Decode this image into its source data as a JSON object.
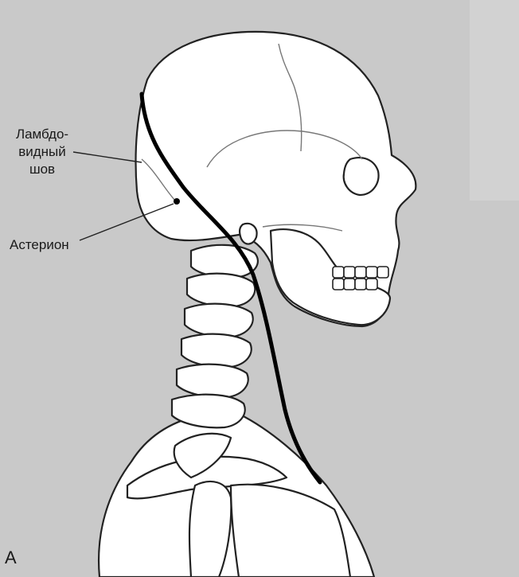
{
  "labels": {
    "lambdoid_suture": [
      "Ламбдо-",
      "видный",
      "шов"
    ],
    "asterion": "Астерион",
    "panel": "А"
  },
  "colors": {
    "background": "#c9c9c9",
    "bone_fill": "#ffffff",
    "bone_outline": "#222222",
    "nerve_line": "#000000"
  }
}
